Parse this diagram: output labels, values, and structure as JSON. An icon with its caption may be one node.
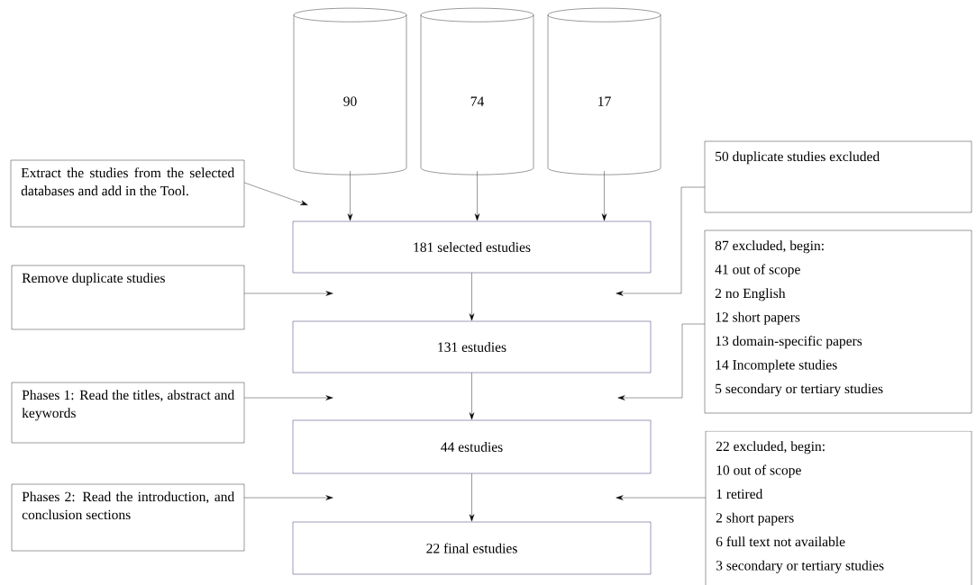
{
  "diagram": {
    "nodes": [
      {
        "text": [
          "90"
        ]
      },
      {
        "text": [
          "74"
        ]
      },
      {
        "text": [
          "17"
        ]
      },
      {
        "text": [
          "Extract the studies from the selected databases and add in the Tool."
        ]
      },
      {
        "text": [
          "181 selected estudies"
        ]
      },
      {
        "text": [
          "50 duplicate studies excluded"
        ]
      },
      {
        "text": [
          "Remove duplicate studies"
        ]
      },
      {
        "text": [
          "131 estudies"
        ]
      },
      {
        "text": [
          "87 excluded, begin:",
          "41 out of scope",
          "2 no English",
          "12 short papers",
          "13 domain-specific papers",
          "14 Incomplete studies",
          "5 secondary or tertiary studies"
        ]
      },
      {
        "text": [
          "Phases 1: Read the titles, abstract and keywords"
        ]
      },
      {
        "text": [
          "44 estudies"
        ]
      },
      {
        "text": [
          "Phases 2: Read the introduction, and conclusion sections"
        ]
      },
      {
        "text": [
          "22 final estudies"
        ]
      },
      {
        "text": [
          "22 excluded, begin:",
          "10 out of scope",
          "1 retired",
          "2 short papers",
          "6 full text not available",
          "3 secondary or tertiary studies"
        ]
      }
    ],
    "edges": [
      {
        "from": 0,
        "to": 4,
        "arrow": "to"
      },
      {
        "from": 1,
        "to": 4,
        "arrow": "to"
      },
      {
        "from": 2,
        "to": 4,
        "arrow": "to"
      },
      {
        "from": 3,
        "to": null,
        "arrow": "to"
      },
      {
        "from": 4,
        "to": 7,
        "arrow": "to"
      },
      {
        "from": 6,
        "to": null,
        "arrow": "to"
      },
      {
        "from": 5,
        "to": null,
        "arrow": "to"
      },
      {
        "from": 7,
        "to": 10,
        "arrow": "to"
      },
      {
        "from": 9,
        "to": null,
        "arrow": "to"
      },
      {
        "from": 8,
        "to": null,
        "arrow": "to"
      },
      {
        "from": 10,
        "to": 12,
        "arrow": "to"
      },
      {
        "from": 11,
        "to": null,
        "arrow": "to"
      },
      {
        "from": 13,
        "to": null,
        "arrow": "to"
      }
    ]
  }
}
